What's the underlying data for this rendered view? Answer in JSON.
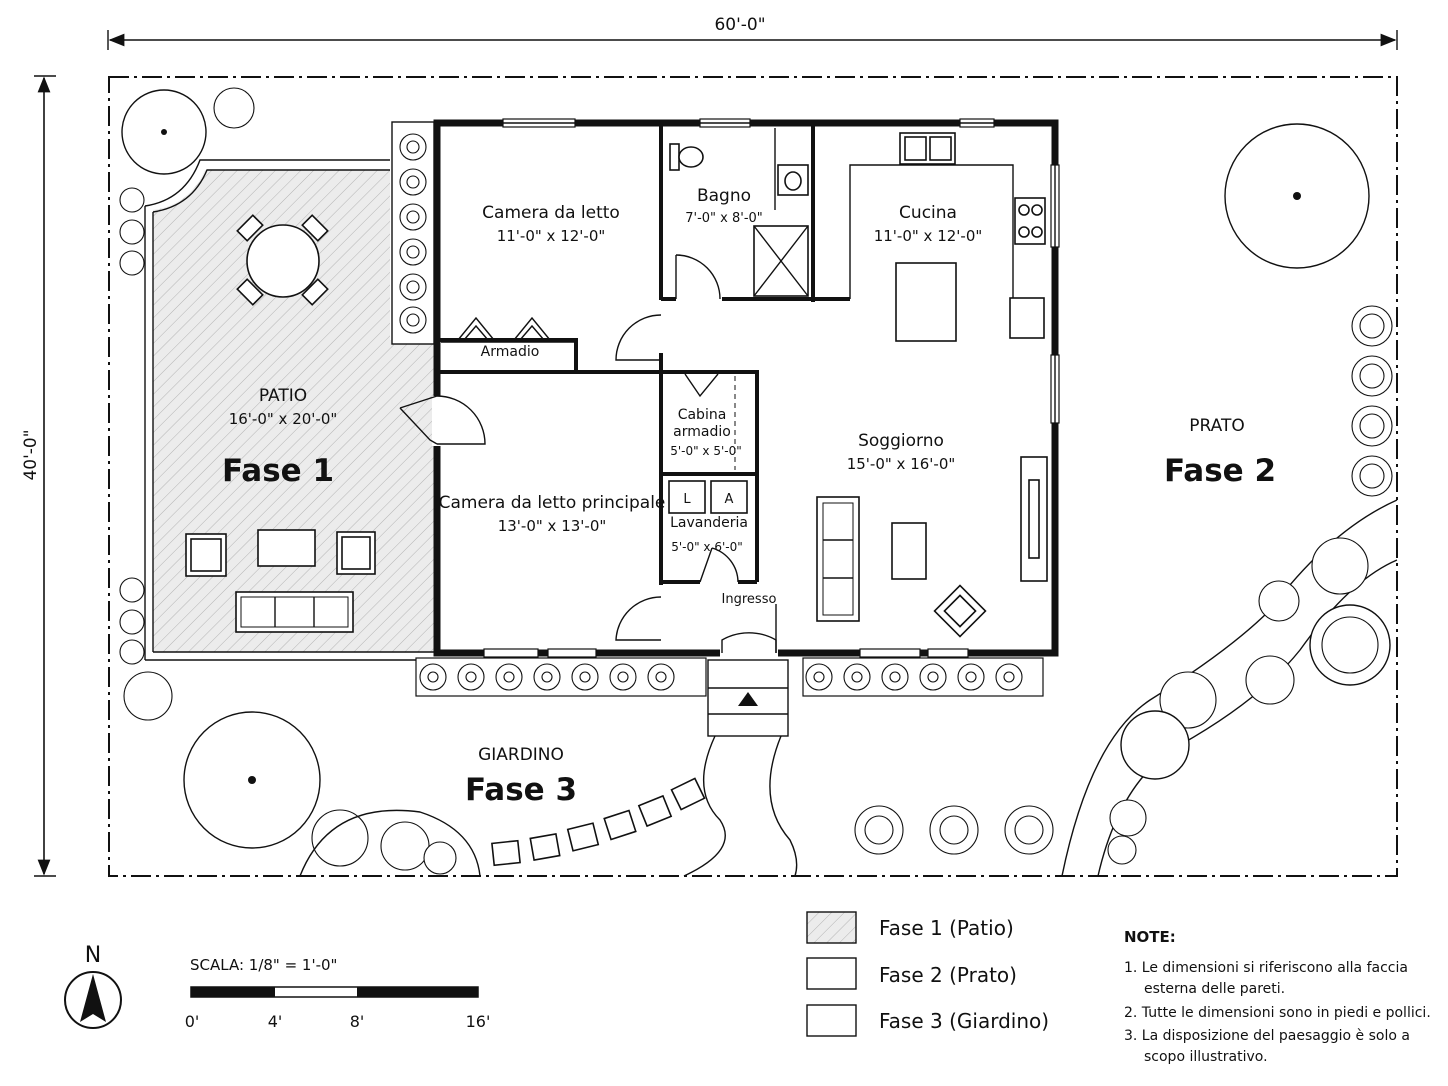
{
  "dimensions": {
    "width": "60'-0\"",
    "height": "40'-0\""
  },
  "rooms": {
    "camera": {
      "name": "Camera da letto",
      "dim": "11'-0\" x 12'-0\""
    },
    "bagno": {
      "name": "Bagno",
      "dim": "7'-0\" x 8'-0\""
    },
    "cucina": {
      "name": "Cucina",
      "dim": "11'-0\" x 12'-0\""
    },
    "armadio": {
      "name": "Armadio"
    },
    "cabina": {
      "name_line1": "Cabina",
      "name_line2": "armadio",
      "dim": "5'-0\" x 5'-0\""
    },
    "camera_principale": {
      "name": "Camera da letto principale",
      "dim": "13'-0\" x 13'-0\""
    },
    "lavanderia": {
      "name": "Lavanderia",
      "dim": "5'-0\" x 6'-0\"",
      "l": "L",
      "a": "A"
    },
    "soggiorno": {
      "name": "Soggiorno",
      "dim": "15'-0\" x 16'-0\""
    },
    "ingresso": {
      "name": "Ingresso"
    }
  },
  "zones": {
    "patio": {
      "name": "PATIO",
      "dim": "16'-0\" x 20'-0\"",
      "phase": "Fase 1"
    },
    "prato": {
      "name": "PRATO",
      "phase": "Fase 2"
    },
    "giardino": {
      "name": "GIARDINO",
      "phase": "Fase 3"
    }
  },
  "north": "N",
  "scale": {
    "label": "SCALA:  1/8\" = 1'-0\"",
    "ticks": [
      "0'",
      "4'",
      "8'",
      "16'"
    ]
  },
  "legend": [
    {
      "label": "Fase 1 (Patio)"
    },
    {
      "label": "Fase 2 (Prato)"
    },
    {
      "label": "Fase 3 (Giardino)"
    }
  ],
  "notes": {
    "title": "NOTE:",
    "items": [
      {
        "line1": "1.  Le dimensioni si riferiscono alla faccia",
        "line2": "esterna delle pareti."
      },
      {
        "line1": "2.  Tutte le dimensioni sono in piedi e pollici.",
        "line2": ""
      },
      {
        "line1": "3.  La disposizione del paesaggio è solo a",
        "line2": "scopo illustrativo."
      }
    ]
  }
}
